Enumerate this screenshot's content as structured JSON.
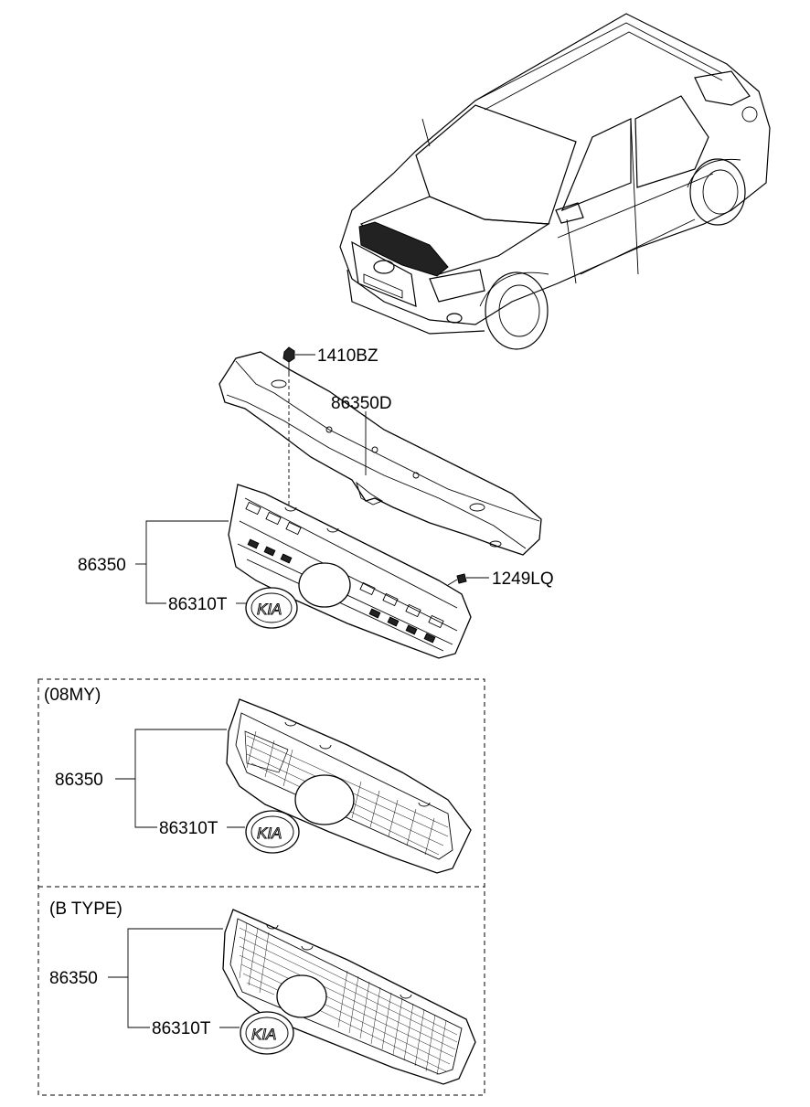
{
  "parts": {
    "cowl_bolt": "1410BZ",
    "upper_bracket": "86350D",
    "grille_assembly": "86350",
    "emblem": "86310T",
    "screw": "1249LQ"
  },
  "variants": [
    {
      "title": "(08MY)",
      "grille": "86350",
      "emblem": "86310T"
    },
    {
      "title": "(B TYPE)",
      "grille": "86350",
      "emblem": "86310T"
    }
  ],
  "emblem_logo_text": "KIA",
  "icons": [
    "vehicle-illustration",
    "bolt-icon",
    "screw-icon",
    "grille-part",
    "kia-emblem"
  ]
}
